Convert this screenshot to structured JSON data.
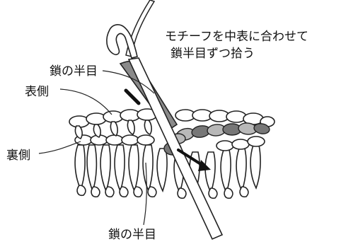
{
  "labels": {
    "instruction_line1": "モチーフを中表に合わせて",
    "instruction_line2": "鎖半目ずつ拾う",
    "chain_half_top": "鎖の半目",
    "right_side": "表側",
    "wrong_side": "裏側",
    "chain_half_bottom": "鎖の半目"
  },
  "icons": {
    "hook": "crochet-hook-icon",
    "direction_arrow": "arrow-icon"
  },
  "colors": {
    "ink": "#222222",
    "hook_shaded": "#8a8a8a",
    "chain_dark": "#777777",
    "chain_mid": "#b8b8b8",
    "paper": "#ffffff"
  }
}
